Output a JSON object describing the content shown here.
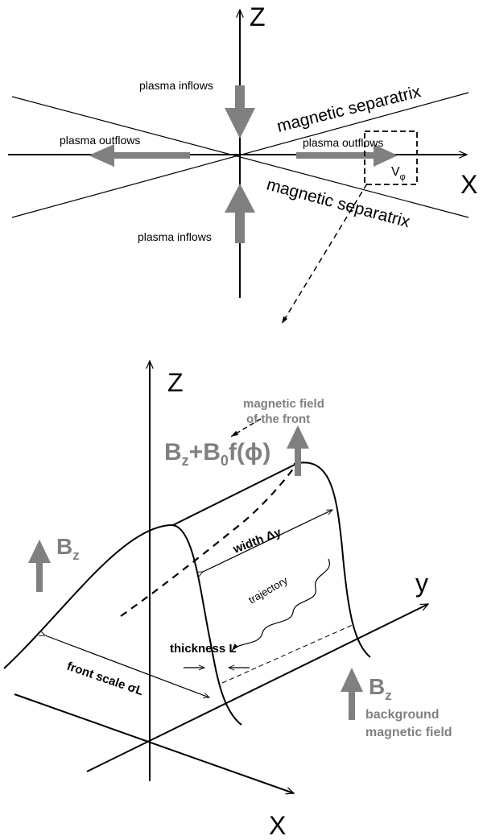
{
  "top_panel": {
    "axis_z": "Z",
    "axis_x": "X",
    "inflow_top": "plasma inflows",
    "inflow_bottom": "plasma inflows",
    "outflow_left": "plasma outflows",
    "outflow_right": "plasma outflows",
    "separatrix_upper": "magnetic separatrix",
    "separatrix_lower": "magnetic separatrix",
    "box_label_base": "V",
    "box_label_sub": "φ"
  },
  "bottom_panel": {
    "axis_z": "Z",
    "axis_y": "y",
    "axis_x": "X",
    "field_note_line1": "magnetic field",
    "field_note_line2": "of the front",
    "front_field_expr": "B",
    "front_field_sub": "z",
    "front_field_rest": "+B",
    "front_field_sub0": "0",
    "front_field_func": "f(",
    "front_field_phi": "ϕ",
    "front_field_close": ")",
    "bz_left": "B",
    "bz_left_sub": "z",
    "width_label": "width Δy",
    "trajectory_label": "trajectory",
    "thickness_label": "thickness L",
    "front_scale_label": "front scale σL",
    "bz_right": "B",
    "bz_right_sub": "z",
    "background_line1": "background",
    "background_line2": "magnetic field"
  },
  "colors": {
    "arrow_grey": "#808080",
    "line": "#000000"
  }
}
